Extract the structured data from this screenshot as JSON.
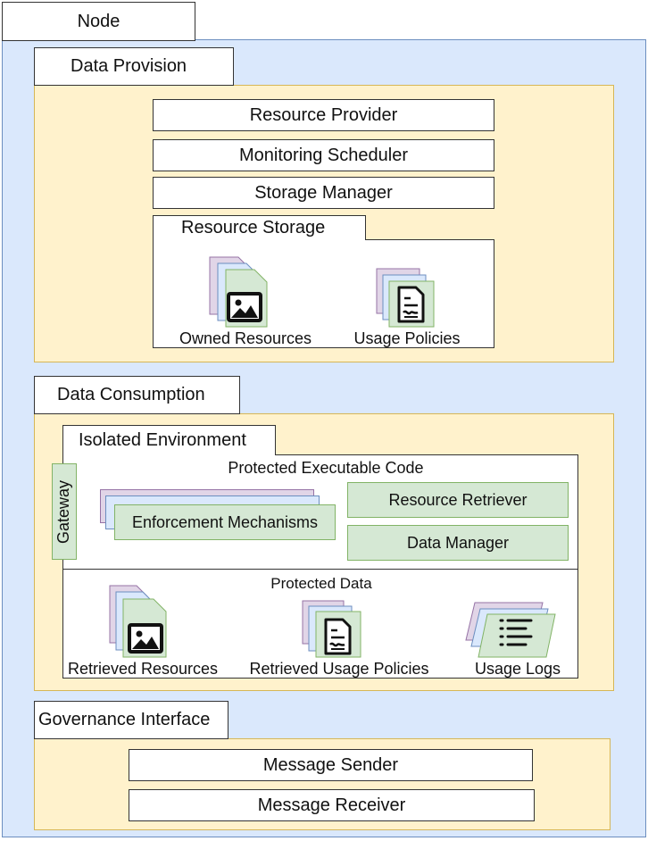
{
  "node": {
    "title": "Node"
  },
  "data_provision": {
    "title": "Data Provision",
    "components": [
      "Resource Provider",
      "Monitoring Scheduler",
      "Storage Manager"
    ],
    "resource_storage": {
      "title": "Resource Storage",
      "owned_resources": "Owned Resources",
      "usage_policies": "Usage Policies"
    }
  },
  "data_consumption": {
    "title": "Data Consumption",
    "isolated_environment": {
      "title": "Isolated Environment",
      "gateway": "Gateway",
      "protected_executable_code": {
        "title": "Protected Executable Code",
        "enforcement_mechanisms": "Enforcement Mechanisms",
        "resource_retriever": "Resource Retriever",
        "data_manager": "Data Manager"
      },
      "protected_data": {
        "title": "Protected Data",
        "retrieved_resources": "Retrieved Resources",
        "retrieved_usage_policies": "Retrieved Usage Policies",
        "usage_logs": "Usage Logs"
      }
    }
  },
  "governance_interface": {
    "title": "Governance Interface",
    "message_sender": "Message Sender",
    "message_receiver": "Message Receiver"
  },
  "colors": {
    "node_fill": "#dae8fc",
    "section_fill": "#fff2cc",
    "component_fill": "#d5e8d4",
    "stack_purple": "#e1d5e7",
    "stack_blue": "#dae8fc"
  },
  "icons": [
    "image-file-icon",
    "policy-document-icon",
    "log-lines-icon"
  ]
}
